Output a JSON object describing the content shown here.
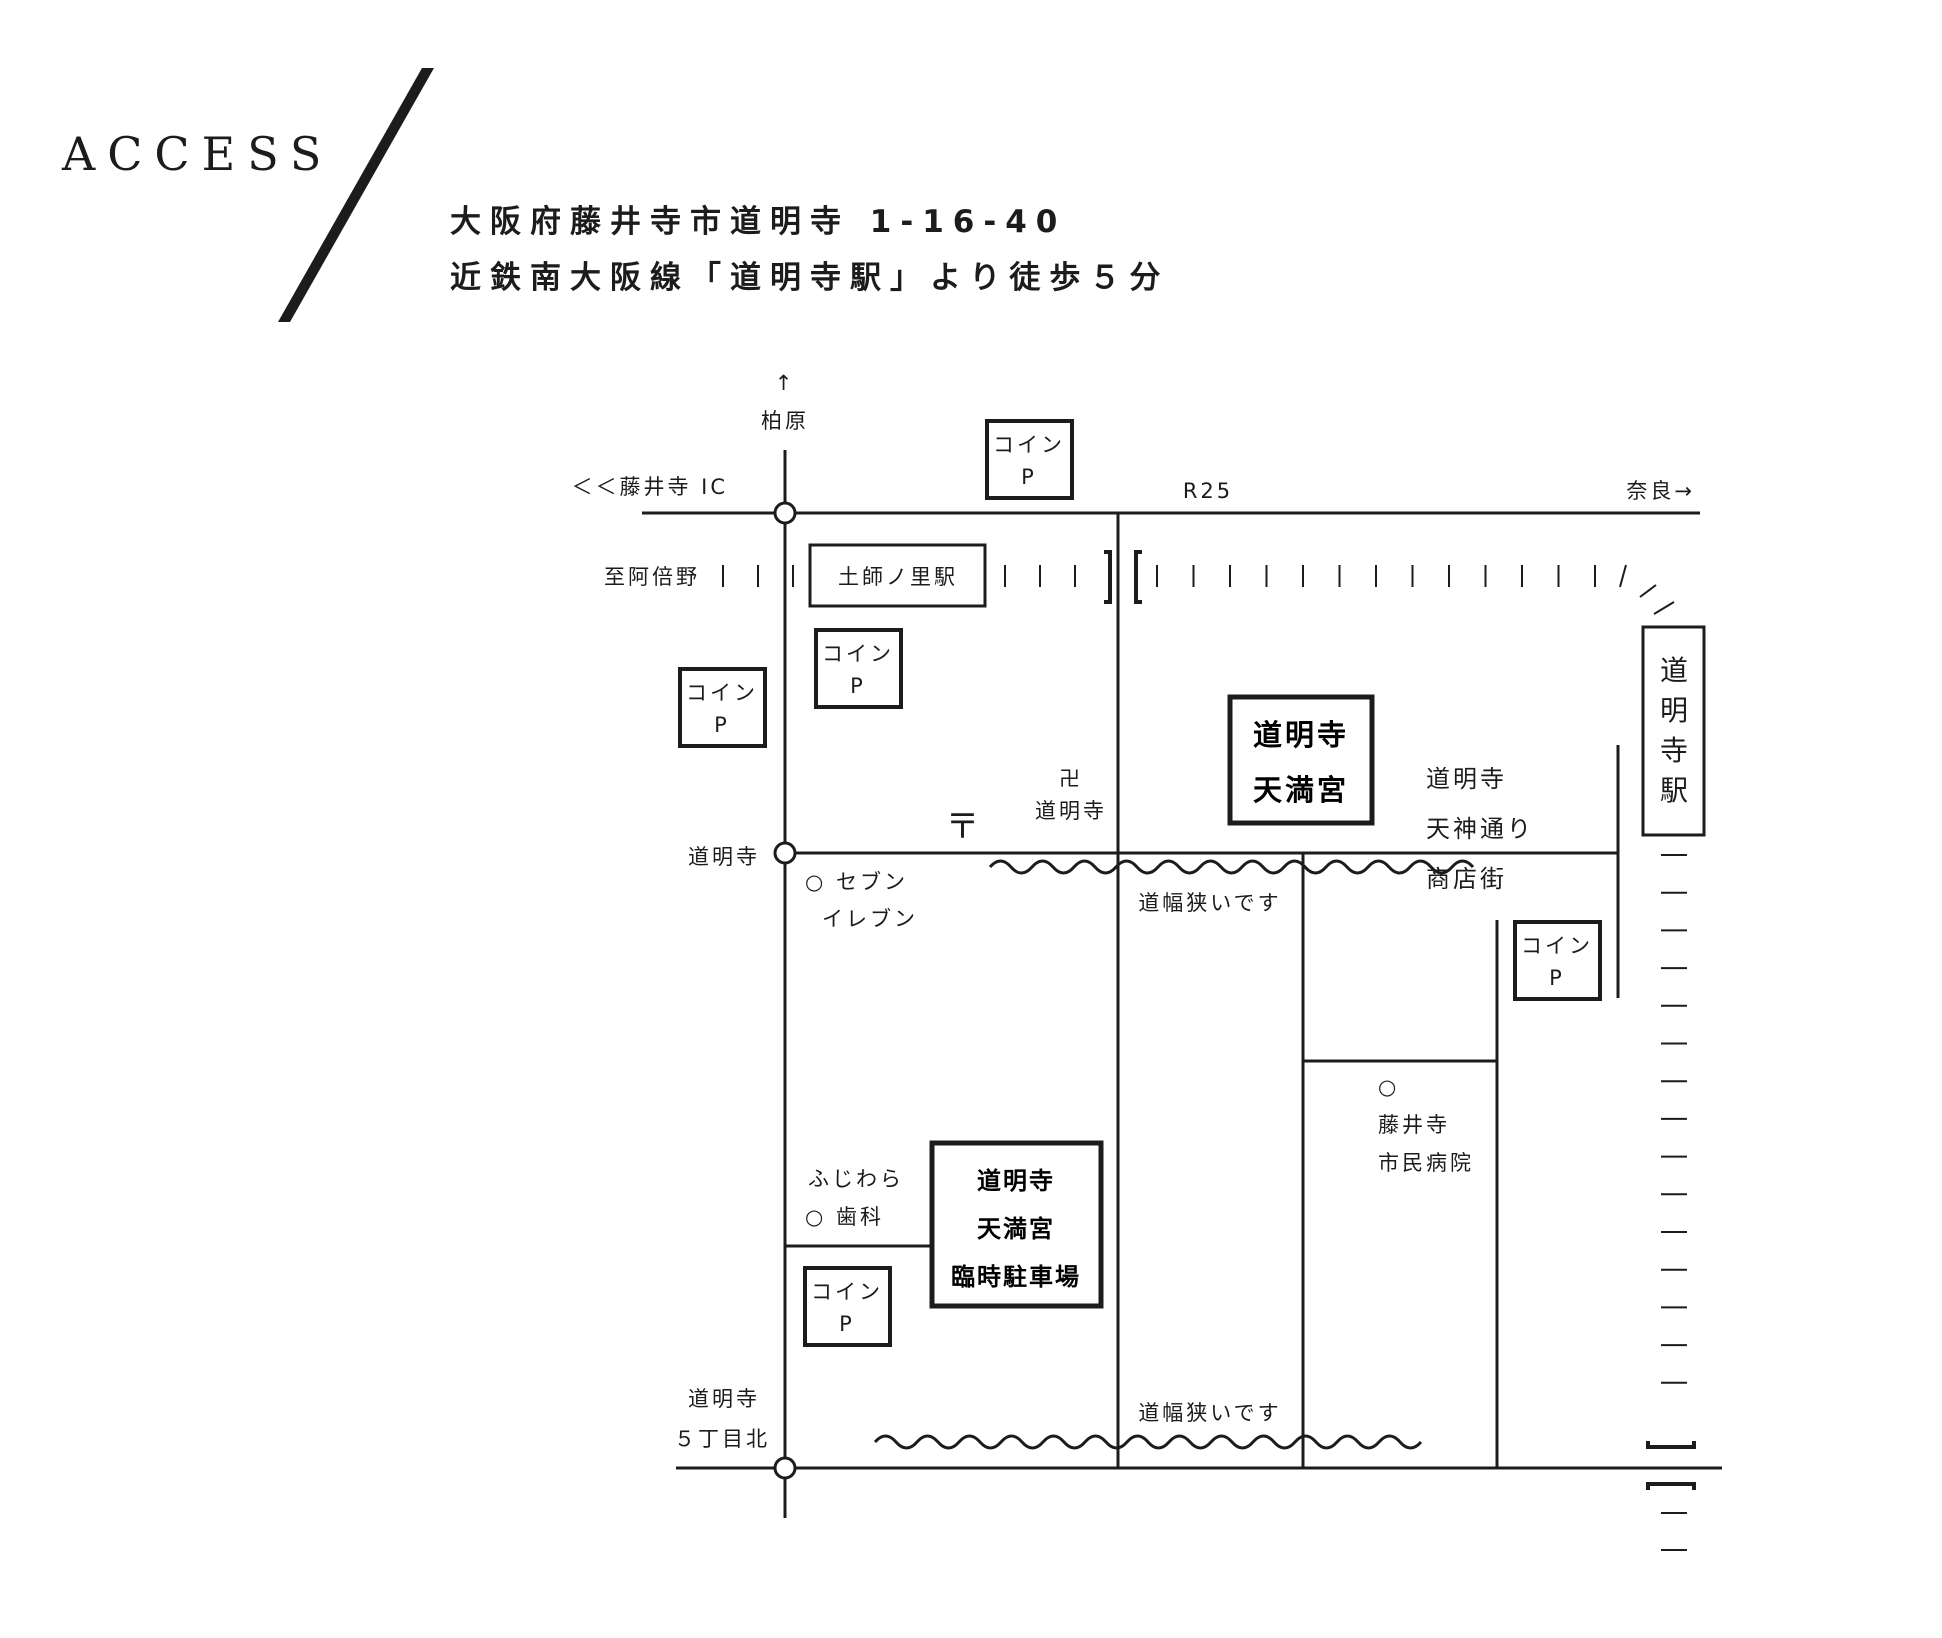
{
  "header": {
    "title": "ACCESS",
    "address": "大阪府藤井寺市道明寺 1-16-40",
    "directions": "近鉄南大阪線「道明寺駅」より徒歩５分"
  },
  "roads": {
    "kashiwara_arrow": "↑",
    "kashiwara": "柏原",
    "fujiidera_ic": "＜＜藤井寺 IC",
    "r25": "R25",
    "nara": "奈良→",
    "to_abeno": "至阿倍野",
    "domyoji_junction": "道明寺",
    "domyoji_5chome_1": "道明寺",
    "domyoji_5chome_2": "５丁目北",
    "narrow_1": "道幅狭いです",
    "narrow_2": "道幅狭いです"
  },
  "stations": {
    "hajinosato": "土師ノ里駅",
    "domyoji": [
      "道",
      "明",
      "寺",
      "駅"
    ]
  },
  "shrine": {
    "line1": "道明寺",
    "line2": "天満宮"
  },
  "temporary_parking": {
    "line1": "道明寺",
    "line2": "天満宮",
    "line3": "臨時駐車場"
  },
  "coin_parking": {
    "line1": "コイン",
    "line2": "P"
  },
  "landmarks": {
    "temple_symbol": "卍",
    "temple": "道明寺",
    "post_symbol": "〒",
    "seven_1": "○ セブン",
    "seven_2": "イレブン",
    "shotengai_1": "道明寺",
    "shotengai_2": "天神通り",
    "shotengai_3": "商店街",
    "hospital_mark": "○",
    "hospital_1": "藤井寺",
    "hospital_2": "市民病院",
    "dental_1": "ふじわら",
    "dental_2": "○ 歯科"
  }
}
